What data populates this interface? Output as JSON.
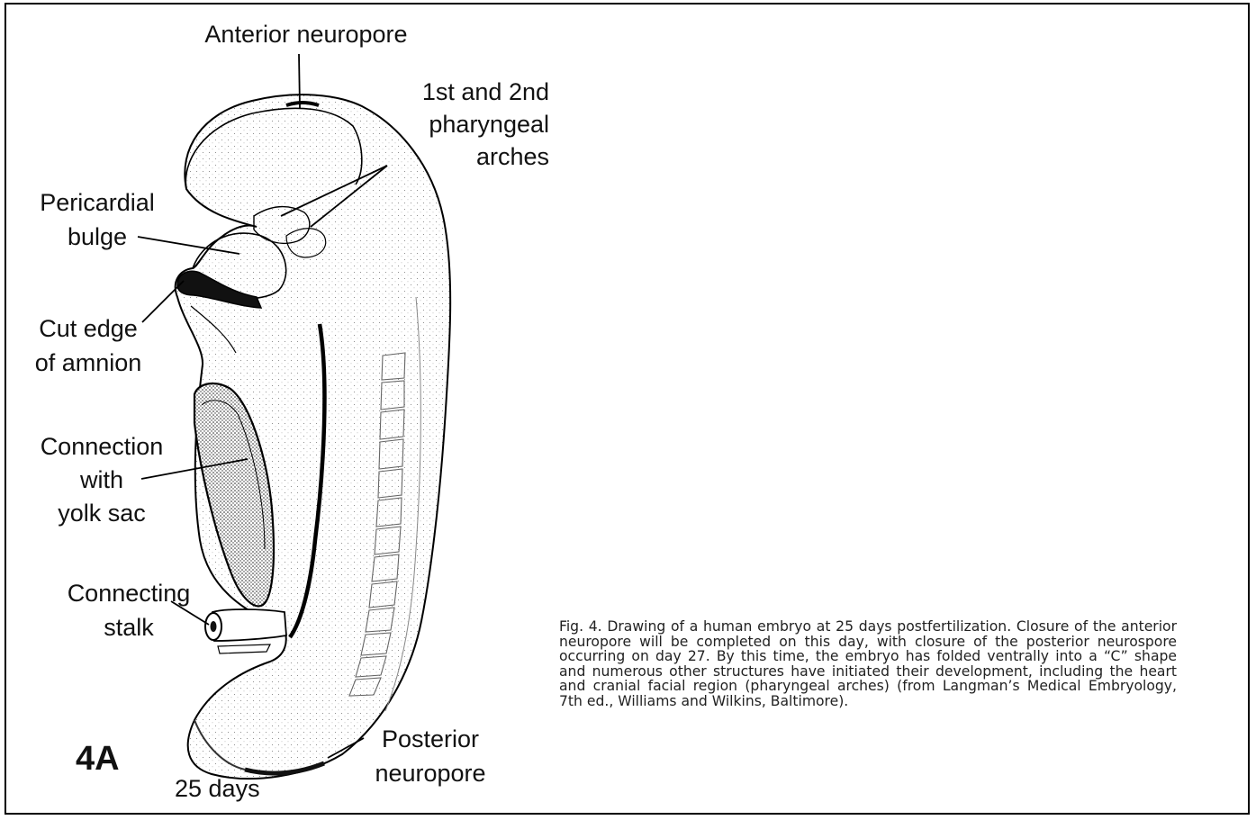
{
  "labels": {
    "anterior_neuropore": "Anterior neuropore",
    "pharyngeal_arches": [
      "1st and 2nd",
      "pharyngeal",
      "arches"
    ],
    "pericardial_bulge": [
      "Pericardial",
      "bulge"
    ],
    "cut_edge_amnion": [
      "Cut edge",
      "of amnion"
    ],
    "connection_yolk_sac": [
      "Connection",
      "with",
      "yolk sac"
    ],
    "connecting_stalk": [
      "Connecting",
      "stalk"
    ],
    "posterior_neuropore": [
      "Posterior",
      "neuropore"
    ],
    "age": "25 days"
  },
  "figure_label": "4A",
  "caption": "Fig. 4.   Drawing of a human embryo at 25 days postfertilization. Closure of the anterior neuropore will be completed on this day, with closure of the posterior neurospore occurring on day 27. By this time, the embryo has folded ventrally into a “C” shape and numerous other structures have initiated their development, including the heart and cranial facial region (pharyngeal arches) (from Langman’s Medical Embryology, 7th ed., Williams and Wilkins, Baltimore)."
}
